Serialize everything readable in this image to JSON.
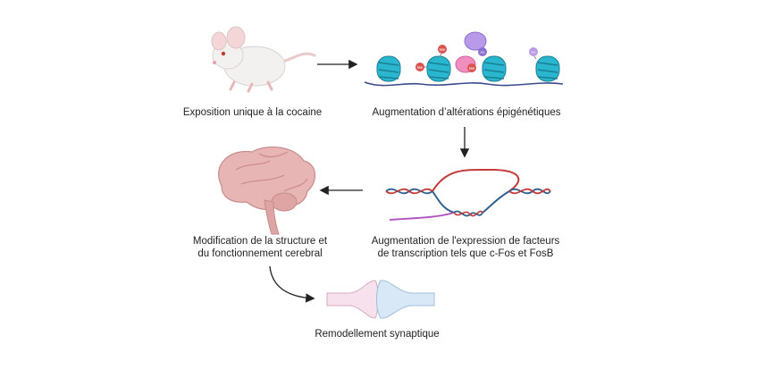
{
  "labels": {
    "cocaine_exposure": "Exposition unique à la cocaine",
    "epigenetic": "Augmentation d’altérations épigénétiques",
    "structure_line1": "Modification de la structure et",
    "structure_line2": "du fonctionnement cerebral",
    "transcription_line1": "Augmentation de l'expression de facteurs",
    "transcription_line2": "de transcription tels que c-Fos et FosB",
    "synaptic": "Remodellement synaptique"
  },
  "marks": {
    "me": "Me",
    "ac": "Ac"
  },
  "colors": {
    "nucleosome": "#2bb6cf",
    "dna_line": "#3a4a8c",
    "methyl": "#d9534f",
    "acetyl": "#8a6fd1",
    "enzyme_pink": "#f08fbf",
    "enzyme_purple": "#b79be8",
    "strand_red": "#c23a3a",
    "strand_blue": "#2d5f8a",
    "rna": "#b04fc0",
    "brain": "#e7b5b3",
    "pre_synapse": "#f6e1ec",
    "post_synapse": "#d9e8f6"
  }
}
